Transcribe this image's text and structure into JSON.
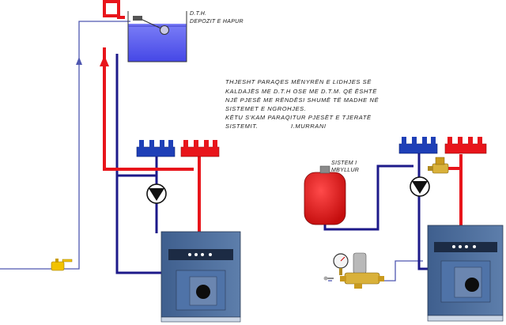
{
  "labels": {
    "tank_title": "D.T.H.",
    "tank_subtitle": "DEPOZIT E HAPUR",
    "closed_system_line1": "SISTEM I",
    "closed_system_line2": "MBYLLUR",
    "description_lines": [
      "THJESHT PARAQES MËNYRËN E LIDHJES SË",
      "KALDAJËS ME D.T.H OSE ME D.T.M. QË ËSHTË",
      "NJË PJESË ME RËNDËSI SHUMË TË MADHE NË",
      "SISTEMET E NGROHJES.",
      "KËTU S'KAM PARAQITUR PJESËT E TJERATË",
      "SISTEMIT."
    ],
    "author": "I.MURRANI"
  },
  "colors": {
    "hot_pipe": "#e8151b",
    "cold_pipe": "#1d1a8a",
    "feed_line": "#4f57b0",
    "tank_water": "#5b5ef0",
    "boiler_body": "#4d6d9a",
    "expansion_vessel": "#e11a1a",
    "valve": "#f2c200"
  }
}
